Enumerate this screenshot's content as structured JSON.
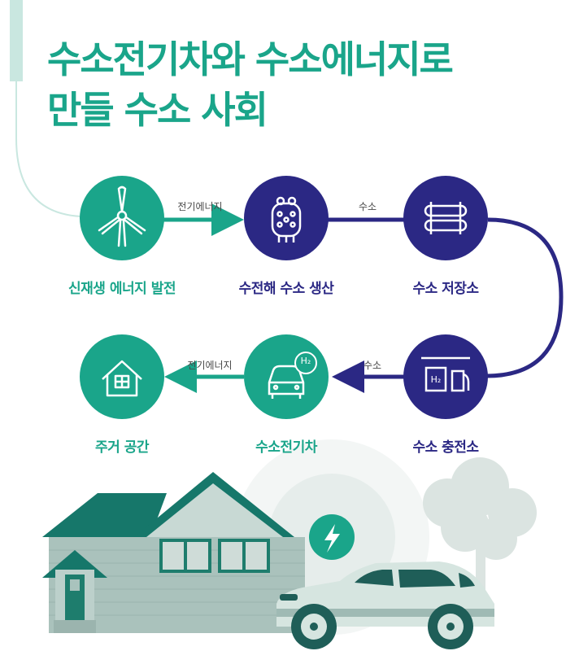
{
  "title": {
    "line1": "수소전기차와 수소에너지로",
    "line2": "만들 수소 사회"
  },
  "nodes": {
    "renewable": "신재생 에너지 발전",
    "electrolysis": "수전해 수소 생산",
    "storage": "수소 저장소",
    "station": "수소 충전소",
    "fcev": "수소전기차",
    "home": "주거 공간"
  },
  "flows": {
    "renewable_to_electrolysis": "전기에너지",
    "electrolysis_to_storage": "수소",
    "station_to_fcev": "수소",
    "fcev_to_home": "전기에너지"
  },
  "icons": {
    "renewable": "wind-turbine-icon",
    "electrolysis": "electrolyzer-icon",
    "storage": "hydrogen-tank-icon",
    "station": "charging-station-icon",
    "fcev": "car-icon",
    "home": "house-icon"
  },
  "badges": {
    "station_h2": "H₂",
    "car_h2": "H₂"
  },
  "colors": {
    "teal": "#1aa58a",
    "navy": "#2b2884",
    "light_teal": "#c9e7e0"
  }
}
